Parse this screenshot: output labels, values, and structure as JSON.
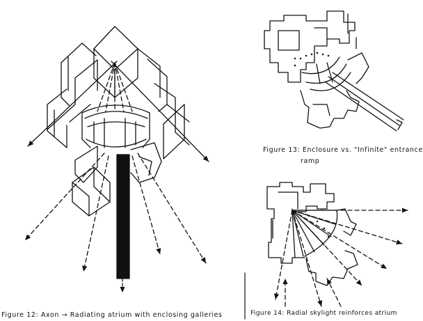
{
  "figure12": {
    "caption": "Figure 12: Axon → Radiating atrium with enclosing galleries"
  },
  "figure13": {
    "caption_line1": "Figure 13: Enclosure vs. \"Infinite\" entrance",
    "caption_line2": "ramp"
  },
  "figure14": {
    "caption": "Figure 14: Radial skylight reinforces atrium"
  },
  "colors": {
    "ink": "#111111",
    "paper": "#ffffff"
  }
}
